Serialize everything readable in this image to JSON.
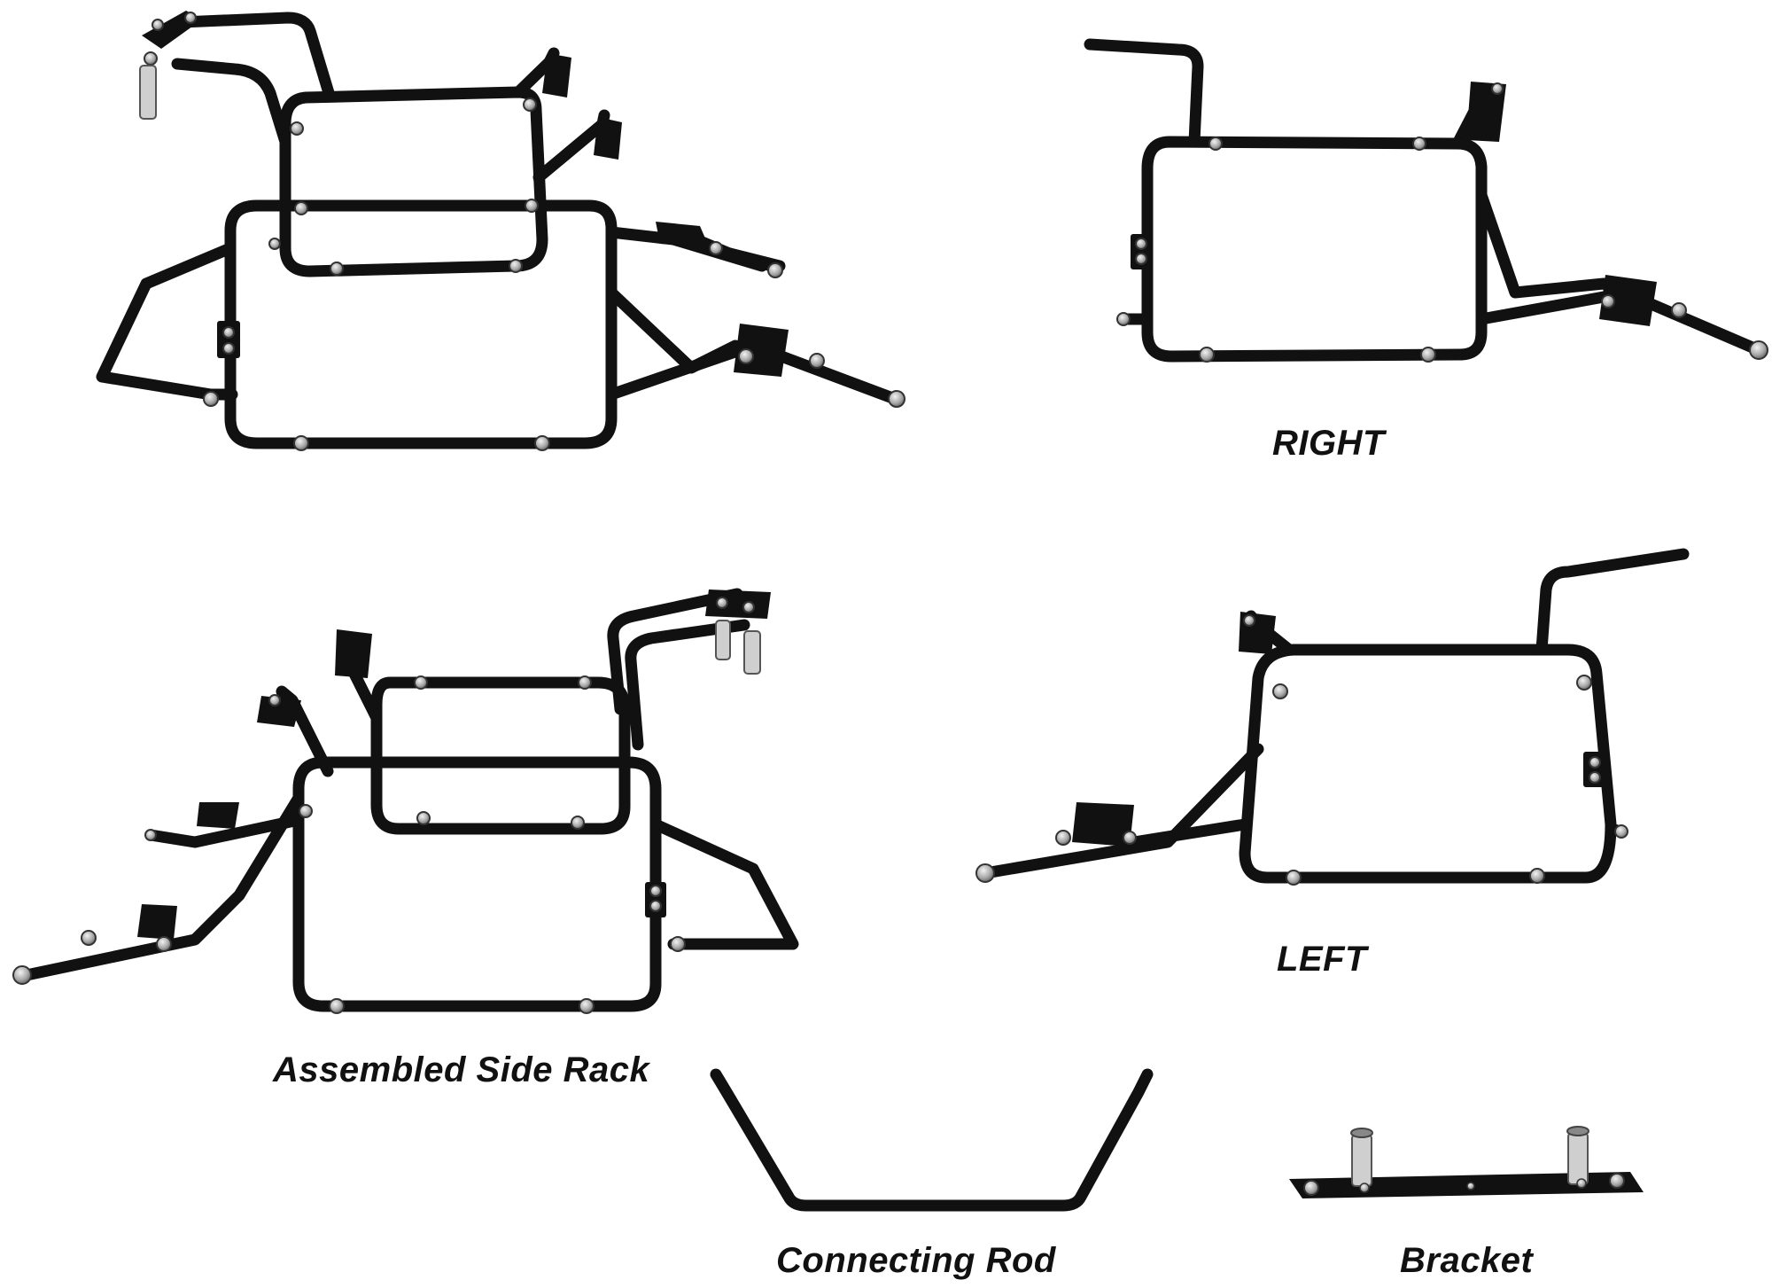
{
  "labels": {
    "right": "RIGHT",
    "left": "LEFT",
    "assembled": "Assembled Side Rack",
    "connecting_rod": "Connecting Rod",
    "bracket": "Bracket"
  },
  "colors": {
    "background": "#ffffff",
    "tube": "#111111",
    "bolt": "#b9b9b9",
    "label": "#111111"
  }
}
